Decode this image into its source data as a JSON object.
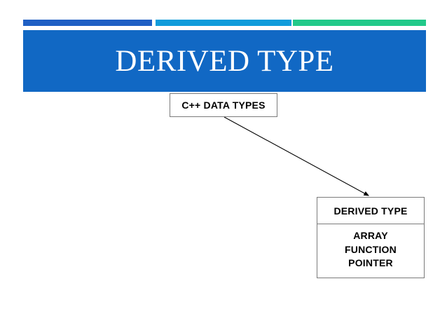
{
  "slide": {
    "background_color": "#ffffff",
    "header": {
      "title": "DERIVED TYPE",
      "block_color": "#1168c4",
      "accent_segments": [
        {
          "name": "accent-segment-blue-dark",
          "color": "#1f5fc4"
        },
        {
          "name": "accent-segment-blue-light",
          "color": "#109cdb"
        },
        {
          "name": "accent-segment-green",
          "color": "#22c98a"
        }
      ]
    },
    "diagram": {
      "type": "flow",
      "border_color": "#7b7b7b",
      "root_box": {
        "label": "C++ DATA TYPES"
      },
      "connector": {
        "kind": "arrow",
        "color": "#000000",
        "from": "C++ DATA TYPES",
        "to": "DERIVED TYPE"
      },
      "derived_box": {
        "header": "DERIVED TYPE",
        "items": [
          "ARRAY",
          "FUNCTION",
          "POINTER"
        ]
      }
    }
  }
}
